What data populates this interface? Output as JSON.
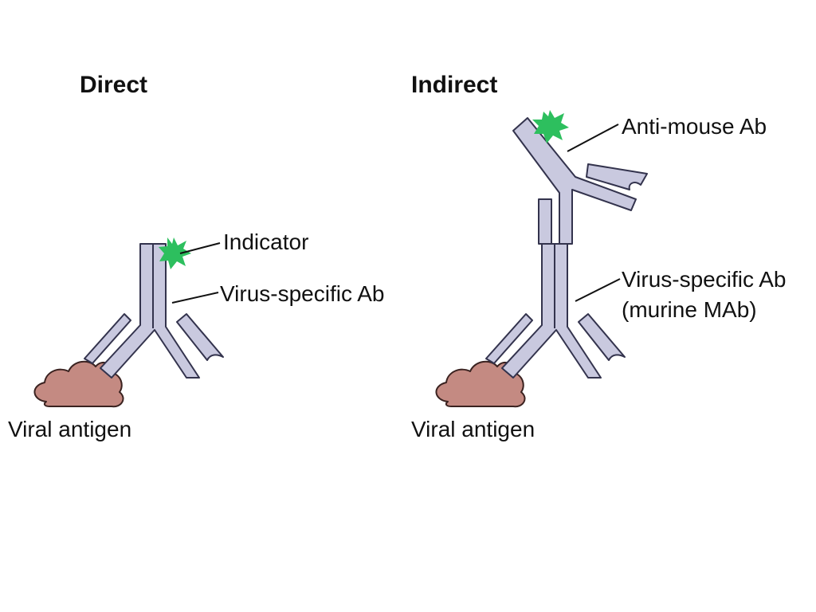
{
  "direct": {
    "title": "Direct",
    "indicator_label": "Indicator",
    "antibody_label": "Virus-specific Ab",
    "antigen_label": "Viral antigen"
  },
  "indirect": {
    "title": "Indirect",
    "secondary_label": "Anti-mouse Ab",
    "primary_label_line1": "Virus-specific Ab",
    "primary_label_line2": "(murine MAb)",
    "antigen_label": "Viral antigen"
  },
  "colors": {
    "antibody_fill": "#c9c9df",
    "antibody_outline": "#33334d",
    "indicator": "#2dbf5e",
    "antigen_fill": "#c48a82"
  }
}
